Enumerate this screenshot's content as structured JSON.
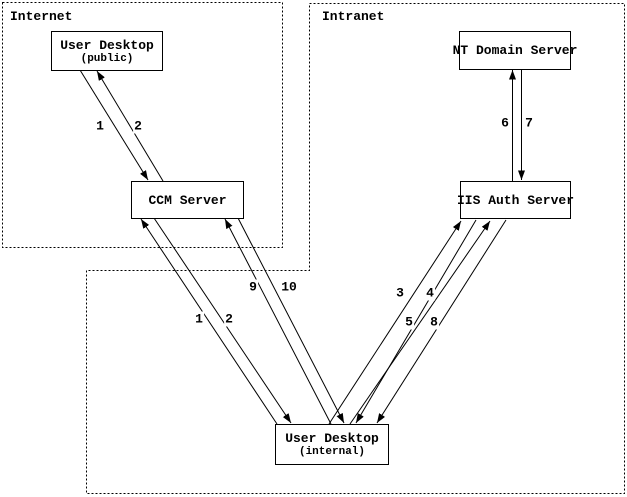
{
  "diagram": {
    "title_hint": "CCM / IIS authentication flow diagram",
    "zones": [
      {
        "label": "Internet"
      },
      {
        "label": "Intranet"
      }
    ],
    "nodes": [
      {
        "label": "User Desktop",
        "sublabel": "(public)"
      },
      {
        "label": "CCM Server"
      },
      {
        "label": "NT Domain Server"
      },
      {
        "label": "IIS Auth Server"
      },
      {
        "label": "User Desktop",
        "sublabel": "(internal)"
      }
    ],
    "arrows": [
      {
        "label": "1",
        "from": "User Desktop (public)",
        "to": "CCM Server"
      },
      {
        "label": "2",
        "from": "CCM Server",
        "to": "User Desktop (public)"
      },
      {
        "label": "1",
        "from": "User Desktop (internal)",
        "to": "CCM Server"
      },
      {
        "label": "2",
        "from": "CCM Server",
        "to": "User Desktop (internal)"
      },
      {
        "label": "9",
        "from": "User Desktop (internal)",
        "to": "CCM Server"
      },
      {
        "label": "10",
        "from": "CCM Server",
        "to": "User Desktop (internal)"
      },
      {
        "label": "3",
        "from": "User Desktop (internal)",
        "to": "IIS Auth Server"
      },
      {
        "label": "4",
        "from": "IIS Auth Server",
        "to": "User Desktop (internal)"
      },
      {
        "label": "5",
        "from": "User Desktop (internal)",
        "to": "IIS Auth Server"
      },
      {
        "label": "8",
        "from": "IIS Auth Server",
        "to": "User Desktop (internal)"
      },
      {
        "label": "6",
        "from": "IIS Auth Server",
        "to": "NT Domain Server"
      },
      {
        "label": "7",
        "from": "NT Domain Server",
        "to": "IIS Auth Server"
      }
    ],
    "colors": {
      "line": "#000000",
      "background": "#ffffff",
      "text": "#000000"
    }
  }
}
